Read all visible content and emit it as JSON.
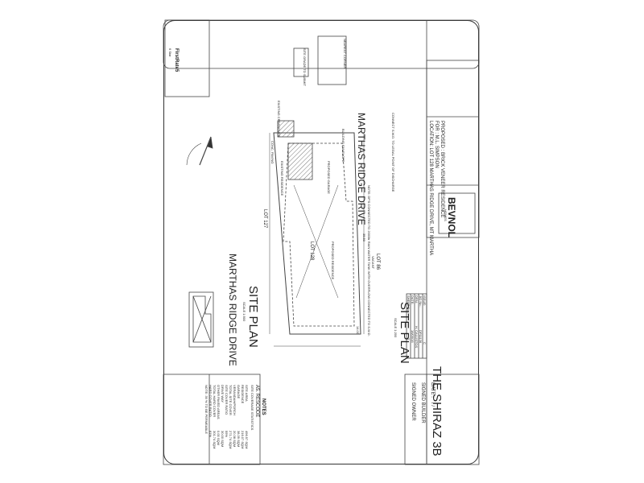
{
  "title_block": {
    "project_name": "THE SHIRAZ 3B",
    "date_label": "DATE :",
    "date_value": "/ /",
    "signed_builder": "SIGNED BUILDER",
    "signed_owner": "SIGNED OWNER",
    "issue_label": "ISSUE:",
    "issue_value": "C",
    "jobno_label": "J/O No.:",
    "jobno_value": "DP11136",
    "drawn_label": "DRN:",
    "drawn_value": "H. CALLISTOS",
    "date2_label": "DATE:",
    "date2_value": "16/05/16",
    "sheet_label": "SHEET No.:",
    "sheet_value": "2",
    "proposed": "PROPOSED : BRICK VENEER RESIDENCE",
    "for_label": "FOR : M.L. SIMPSON",
    "location": "LOCATION: LOT 128 MARTHAS RIDGE DRIVE, MT MARTHA",
    "company": "BEVNOL",
    "company_sub": "HOMES"
  },
  "site_plan": {
    "main_title": "SITE PLAN",
    "main_scale": "SCALE 1:200",
    "small_title": "SITE PLAN",
    "small_scale": "SCALE 1:500",
    "street_main": "MARTHAS RIDGE DRIVE",
    "street_small": "MARTHAS RIDGE DRIVE",
    "lot_127": "LOT 127",
    "lot_128": "LOT 128",
    "lot_86": "LOT 86",
    "vacant": "VACANT",
    "existing_residence": "EXISTING RESIDENCE",
    "proposed_residence": "PROPOSED RESIDENCE",
    "proposed_garage": "PROPOSED GARAGE",
    "building_envelope": "BUILDING ENVELOPE",
    "existing_crossover": "EXISTING CROSSOVER",
    "conc_paving": "CONC. PAVING",
    "site_grade": "SITE GRADE TO SUBMIT",
    "nearest_corner": "NEAREST CORNER",
    "dim_1400": "14.00",
    "dim_3550": "35.50",
    "note_connect": "CONNECT S.W.D. TO LEGAL POINT OF DISCHARGE",
    "note_dps": "NOTE: DP'S CONNECTED TO 2000ltr RAIN WATER TANK WITH OVERFLOW CONNECTED TO S.W.D."
  },
  "rescode": {
    "heading": "A5. RESCODE",
    "sub": "SITE COVERAGE STATISTICS",
    "rows": [
      {
        "label": "SITE AREA",
        "value": "496.97 SQM"
      },
      {
        "label": "RESIDENCE",
        "value": "216.07 SQM"
      },
      {
        "label": "GARAGE",
        "value": "38.39 SQM"
      },
      {
        "label": "VERANDAH/PORCH",
        "value": "20.38 SQM"
      },
      {
        "label": "TOTAL SITE COVER",
        "value": "271.74 SQM"
      },
      {
        "label": "SITE COVER RATIO",
        "value": "55%"
      },
      {
        "label": "DRIVE WAY",
        "value": "30.00 SQM"
      },
      {
        "label": "OTHER PAVED AREAS",
        "value": "0.00 SQM"
      },
      {
        "label": "TOTAL HARD COVER",
        "value": "301.74 SQM"
      },
      {
        "label": "HARD COVER RATIO",
        "value": "61%"
      }
    ],
    "note": "NOTE: 39 % TO BE PERMEABLE"
  },
  "notes": {
    "heading": "NOTES"
  },
  "firstrate": {
    "brand": "FirstRate5",
    "stars": "6 Star"
  }
}
